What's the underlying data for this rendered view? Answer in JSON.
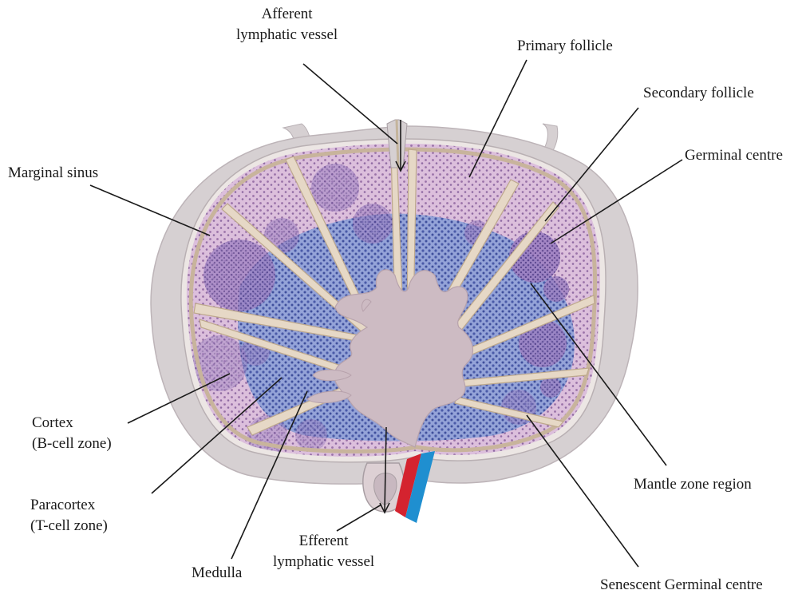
{
  "labels": {
    "afferent_line1": "Afferent",
    "afferent_line2": "lymphatic vessel",
    "primary_follicle": "Primary follicle",
    "secondary_follicle": "Secondary follicle",
    "germinal_centre": "Germinal centre",
    "marginal_sinus": "Marginal sinus",
    "cortex_line1": "Cortex",
    "cortex_line2": "(B-cell zone)",
    "paracortex_line1": "Paracortex",
    "paracortex_line2": "(T-cell zone)",
    "medulla": "Medulla",
    "efferent_line1": "Efferent",
    "efferent_line2": "lymphatic vessel",
    "mantle_zone": "Mantle zone region",
    "senescent_gc": "Senescent Germinal centre"
  },
  "colors": {
    "capsule": "#d6d0d2",
    "capsule_edge": "#b8b0b4",
    "follicle_pink": "#d9b8da",
    "paracortex_blue": "#8f9fd6",
    "medulla": "#cdbbc3",
    "septum": "#e6d8c6",
    "germinal": "#9b7cc0",
    "artery": "#d4232f",
    "vein": "#1f8fd0"
  }
}
